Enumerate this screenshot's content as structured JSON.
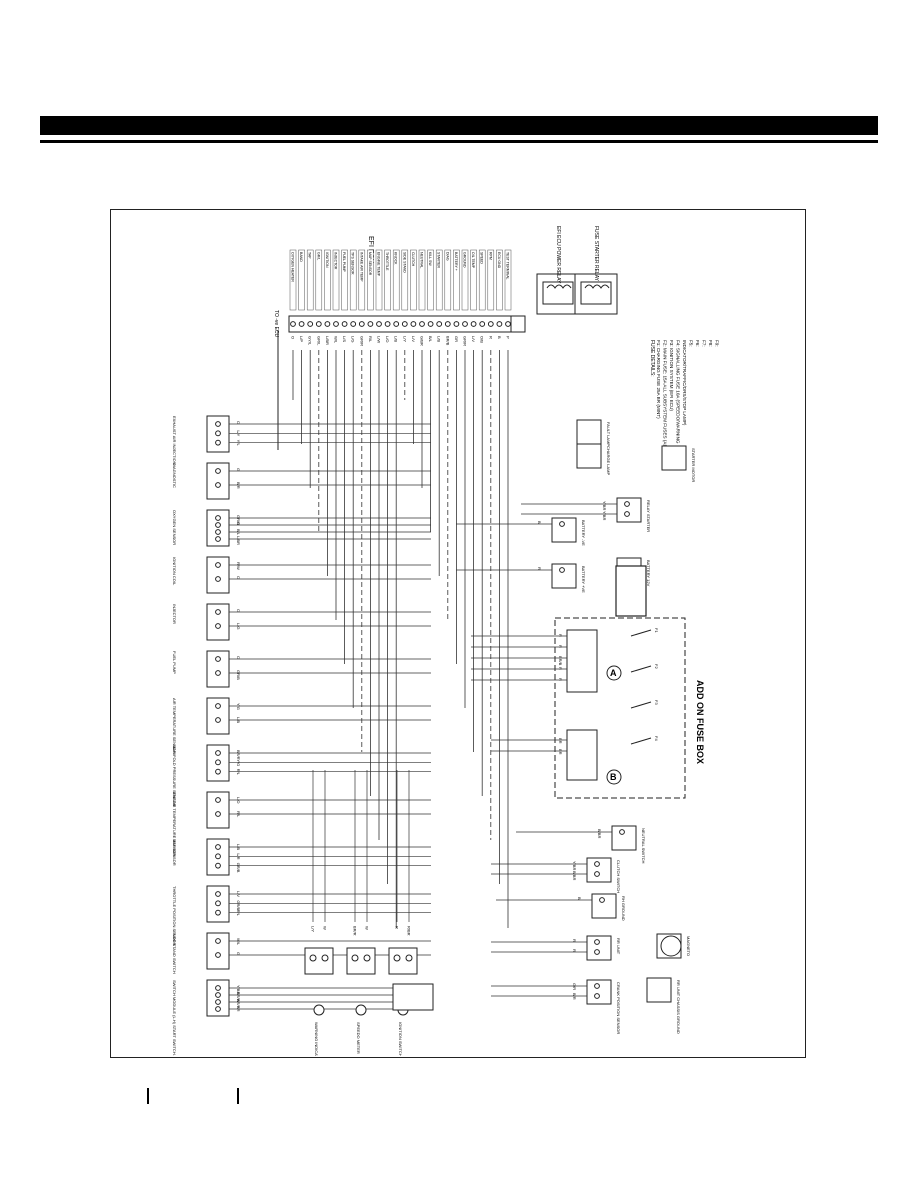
{
  "diagram": {
    "ecu": {
      "title": "EFI ECU",
      "to_ecu": "TO -ve ECU",
      "wires": [
        "O",
        "L/P",
        "GY/L",
        "GR/L",
        "L/BR",
        "W/L",
        "L/S",
        "L/G",
        "GR/R",
        "R/L",
        "L/W",
        "L/O",
        "L/B",
        "L/Y",
        "L/V",
        "G/BR",
        "B/L",
        "L/B",
        "BR/B",
        "GR",
        "GR/R",
        "L/V",
        "O/B",
        "R",
        "B",
        "P"
      ],
      "pins": [
        "OXYGEN HEATER",
        "BAND",
        "TAP",
        "GR/L",
        "IGNITION",
        "INJECTOR",
        "FUEL PUMP",
        "TPS SENSOR",
        "INTAKE AIR TEMP",
        "MAP SENSOR",
        "ENGINE TEMP",
        "THROTTLE",
        "KNOCK",
        "SIDE STAND",
        "CLUTCH",
        "NEUTRAL",
        "KILL SW",
        "STARTER",
        "DIAG",
        "BATTERY +",
        "GROUND",
        "OIL TEMP",
        "SPEED",
        "RPM",
        "ECU GND",
        "TEST TERMINAL"
      ]
    },
    "components": [
      {
        "label": "EXHAUST AIR INJECTION",
        "wires": [
          "O",
          "L/Y",
          "Y/L"
        ]
      },
      {
        "label": "DIAGNOSTIC",
        "wires": [
          "G",
          "B/R"
        ]
      },
      {
        "label": "OXYGEN SENSOR",
        "wires": [
          "GR/B",
          "O",
          "B/L",
          "L/BR"
        ]
      },
      {
        "label": "IGNITION COIL",
        "wires": [
          "R/W",
          "O"
        ]
      },
      {
        "label": "INJECTOR",
        "wires": [
          "O",
          "L/G"
        ]
      },
      {
        "label": "FUEL PUMP",
        "wires": [
          "O",
          "GR/B"
        ]
      },
      {
        "label": "AIR TEMPERATURE SENSOR",
        "wires": [
          "Y/G",
          "L/B"
        ]
      },
      {
        "label": "MANIFOLD PRESSURE SENSOR",
        "wires": [
          "BR/R",
          "Y/G",
          "R/L"
        ]
      },
      {
        "label": "ENGINE TEMPERATURE SENSOR",
        "wires": [
          "L/O",
          "R/L"
        ]
      },
      {
        "label": "MAP SENSOR",
        "wires": [
          "L/B",
          "L/R",
          "GR/B"
        ]
      },
      {
        "label": "THROTTLE POSITION SENSOR",
        "wires": [
          "L/V",
          "GR/B",
          "R/L"
        ]
      },
      {
        "label": "SIDE STAND SWITCH",
        "wires": [
          "W/L",
          "G"
        ]
      },
      {
        "label": "SWITCH MODULE (L.H) START SWITCH / KILL SWITCH",
        "wires": [
          "Y/BR",
          "BR/W",
          "BR/Y",
          "BR"
        ]
      }
    ],
    "relays": [
      {
        "label": "EFI ECU POWER RELAY",
        "wires": [
          "O",
          "BR/W",
          "R",
          "BR"
        ]
      },
      {
        "label": "FUSE STARTER RELAY",
        "wires": [
          "L/B",
          "BR/W",
          "W/L",
          "B"
        ]
      }
    ],
    "indicators": [
      {
        "label": "WARNING INDICATOR",
        "wires": [
          "L/Y",
          "W"
        ]
      },
      {
        "label": "SPEEDO METER",
        "wires": [
          "BR/R",
          "W"
        ]
      },
      {
        "label": "IGNITION SWITCH",
        "wires": [
          "R",
          "R/BR"
        ]
      }
    ],
    "lower": [
      {
        "label": "STARTER MOTOR"
      },
      {
        "label": "RELAY STARTER",
        "wires": [
          "Y/BR",
          "Y/BR"
        ]
      },
      {
        "label": "BATTERY -VE",
        "wires": [
          "B"
        ]
      },
      {
        "label": "BATTERY +VE",
        "wires": [
          "R"
        ]
      },
      {
        "label": "BATTERY 12V"
      },
      {
        "label": "NEUTRAL SWITCH",
        "wires": [
          "B/BR"
        ]
      },
      {
        "label": "CLUTCH SWITCH",
        "wires": [
          "Y/BR",
          "B/BR"
        ]
      },
      {
        "label": "RH GROUND",
        "wires": [
          "B"
        ]
      },
      {
        "label": "RR UNIT",
        "wires": [
          "R",
          "R"
        ]
      },
      {
        "label": "MAGNETO"
      },
      {
        "label": "RR UNIT CHASSIS GROUND"
      },
      {
        "label": "CRANK POSITION SENSOR",
        "wires": [
          "G/R",
          "B/R"
        ]
      },
      {
        "label": "CHARGE LAMP"
      },
      {
        "label": "FAULT LAMP"
      }
    ],
    "fuse_box": {
      "title": "ADD ON FUSE BOX",
      "a_label": "A",
      "b_label": "B",
      "a_wires": [
        "R",
        "R",
        "BR/B",
        "R",
        "R"
      ],
      "b_wires": [
        "BR",
        "BR"
      ],
      "fuses": [
        "F1",
        "F2",
        "F3",
        "F4"
      ]
    },
    "fuse_details": {
      "title": "FUSE DETAILS:",
      "lines": [
        "F1: CHARGING FUSE 25A BR (MINT)",
        "F2: MAIN FUSE: 15A ALL SUBSYSTEM FUSES (ADD LOADS)",
        "F3: IGNITION SYSTEM (EFI ECU)",
        "F4: SIGNALLING FUSE 10A (SPEEDO/WARNING",
        "INDICATOR/TRAFFIC/DRS/STOP LAMP)",
        "F5:",
        "F6:",
        "F7:",
        "F8:",
        "F9:"
      ]
    }
  }
}
